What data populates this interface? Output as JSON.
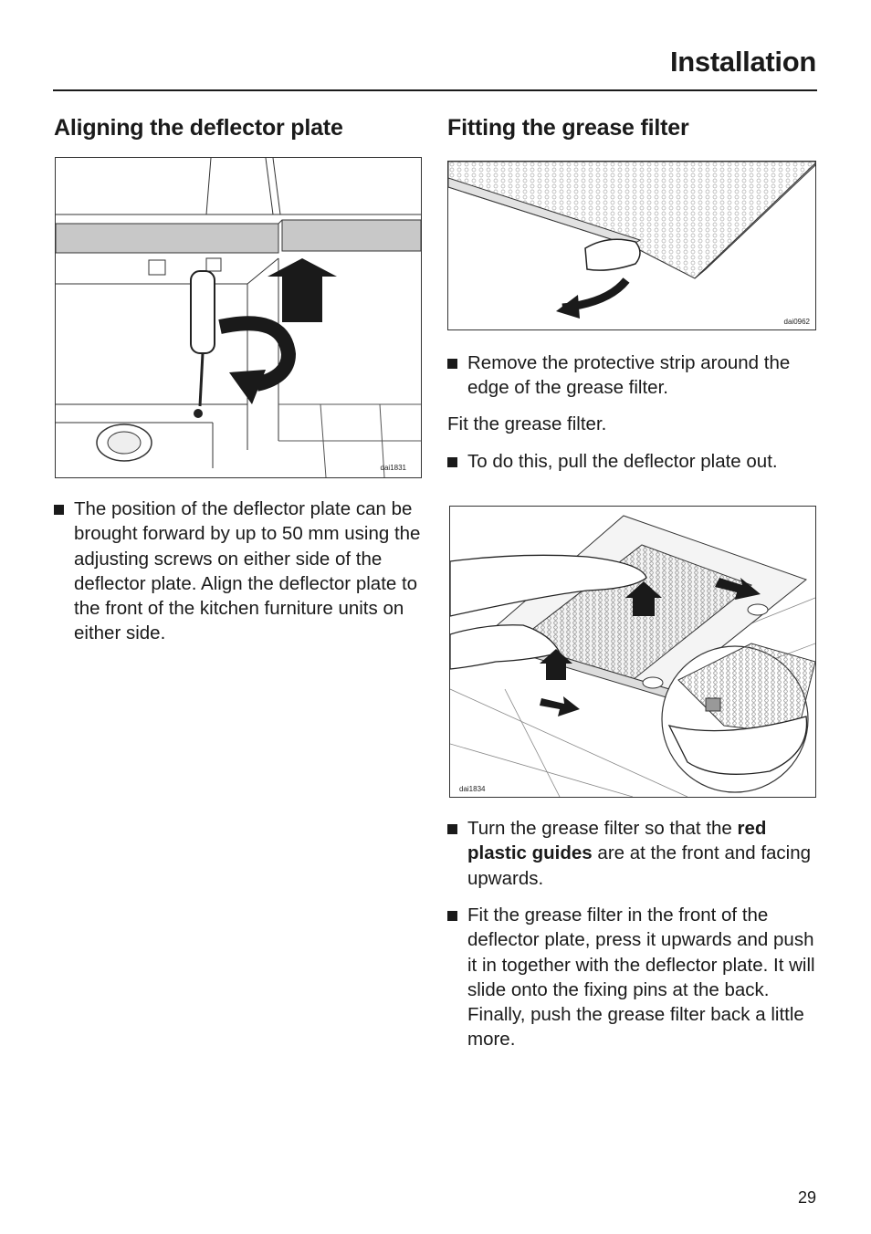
{
  "header": {
    "title": "Installation"
  },
  "left": {
    "heading": "Aligning the deflector plate",
    "figure_code": "dai1831",
    "bullet": "The position of the deflector plate can be brought forward by up to 50 mm using the adjusting screws on either side of the deflector plate. Align the deflector plate to the front of the kitchen furniture units on either side."
  },
  "right": {
    "heading": "Fitting the grease filter",
    "figure1_code": "dai0962",
    "bullet1": "Remove the protective strip around the edge of the grease filter.",
    "para": "Fit the grease filter.",
    "bullet2": "To do this, pull the deflector plate out.",
    "figure2_code": "dai1834",
    "bullet3_pre": "Turn the grease filter so that the ",
    "bullet3_bold": "red plastic guides",
    "bullet3_post": " are at the front and facing upwards.",
    "bullet4": "Fit the grease filter in the front of the deflector plate, press it upwards and push it in together with the deflector plate. It will slide onto the fixing pins at the back. Finally, push the grease filter back a little more."
  },
  "footer": {
    "page_number": "29"
  }
}
